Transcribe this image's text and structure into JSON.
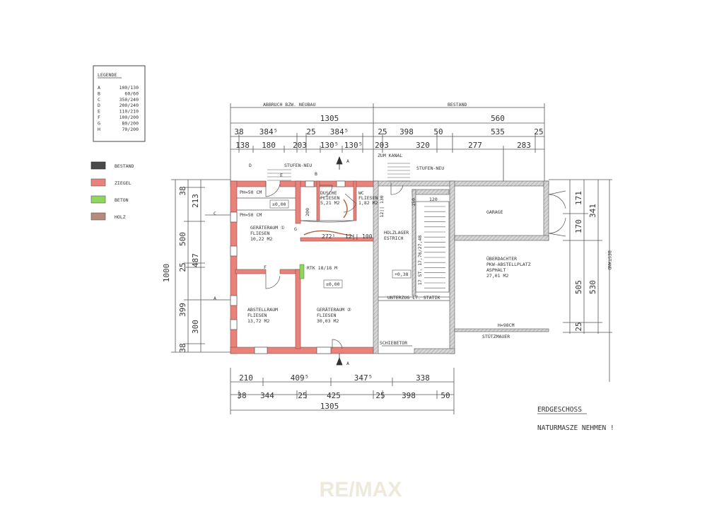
{
  "legend": {
    "title": "LEGENDE",
    "items": [
      {
        "letter": "A",
        "size": "100/130"
      },
      {
        "letter": "B",
        "size": "60/60"
      },
      {
        "letter": "C",
        "size": "350/240"
      },
      {
        "letter": "D",
        "size": "200/240"
      },
      {
        "letter": "E",
        "size": "110/210"
      },
      {
        "letter": "F",
        "size": "100/200"
      },
      {
        "letter": "G",
        "size": "80/200"
      },
      {
        "letter": "H",
        "size": "70/200"
      }
    ]
  },
  "materials": [
    {
      "label": "BESTAND",
      "color": "#4a4a4a"
    },
    {
      "label": "ZIEGEL",
      "color": "#e8827a"
    },
    {
      "label": "BETON",
      "color": "#8fd65e"
    },
    {
      "label": "HOLZ",
      "color": "#b88a7a"
    }
  ],
  "top_dims": {
    "title_left": "ABBRUCH BZW. NEUBAU",
    "title_right": "BESTAND",
    "overall_left": "1305",
    "overall_right": "560",
    "row2": [
      "38",
      "384⁵",
      "25",
      "384⁵",
      "25",
      "398",
      "50",
      "535",
      "25"
    ],
    "row3": [
      "138",
      "180",
      "203",
      "130⁵",
      "130⁵",
      "203",
      "320",
      "277",
      "283"
    ]
  },
  "left_dims": {
    "total": "1000",
    "outer": [
      "38",
      "213",
      "500",
      "25",
      "487",
      "399",
      "300",
      "38"
    ]
  },
  "right_dims": {
    "outer": [
      "171",
      "341",
      "170",
      "505",
      "530",
      "25"
    ],
    "label": "BESTAND"
  },
  "bottom_dims": {
    "row1": [
      "210",
      "409⁵",
      "347⁵",
      "338"
    ],
    "row2": [
      "38",
      "344",
      "25",
      "425",
      "25",
      "398",
      "50"
    ],
    "overall": "1305"
  },
  "rooms": {
    "r1": {
      "name": "GERÄTERAUM ①",
      "floor": "FLIESEN",
      "area": "10,22 M2"
    },
    "dusche": {
      "name": "DUSCHE",
      "floor": "FLIESEN",
      "area": "5,21 M2"
    },
    "wc": {
      "name": "WC",
      "floor": "FLIESEN",
      "area": "1,82 M2"
    },
    "abstell": {
      "name": "ABSTELLRAUM",
      "floor": "FLIESEN",
      "area": "13,72 M2"
    },
    "r2": {
      "name": "GERÄTERAUM ②",
      "floor": "FLIESEN",
      "area": "30,03 M2"
    },
    "holz": {
      "name": "HOLZLAGER",
      "floor": "ESTRICH"
    },
    "garage": {
      "name": "GARAGE"
    },
    "carport": {
      "name": "ÜBERDACHTER",
      "line2": "PKW-ABSTELLPLATZ",
      "floor": "ASPHALT",
      "area": "27,01 M2"
    }
  },
  "labels": {
    "stufen_neu_1": "STUFEN-NEU",
    "stufen_neu_2": "STUFEN-NEU",
    "zum_kanal": "ZUM KANAL",
    "ph1": "PH=50 CM",
    "ph2": "PH=50 CM",
    "level_0a": "±0,00",
    "level_0b": "±0,00",
    "level_038": "+0,38",
    "rtk": "RTK 18/18 M",
    "dim_200": "200",
    "dim_272": "272⁵",
    "dim_12_100": "12|| 100",
    "dim_12_130": "12|| 130",
    "dim_150": "150",
    "dim_120": "120",
    "stair_text": "17 ST. 17,76/27,48",
    "unterzug": "UNTERZUG LT. STATIK",
    "schiebetor": "SCHIEBETOR",
    "h98": "H=98CM",
    "stuetzmauer": "STÜTZMAUER",
    "axis_a": "A",
    "axis_b": "B",
    "axis_c": "C",
    "axis_d": "D",
    "axis_e": "E",
    "axis_f": "F",
    "axis_g": "G",
    "section_a": "A"
  },
  "title_block": {
    "floor": "ERDGESCHOSS",
    "note": "NATURMASZE NEHMEN  !"
  },
  "watermark": "RE/MAX"
}
